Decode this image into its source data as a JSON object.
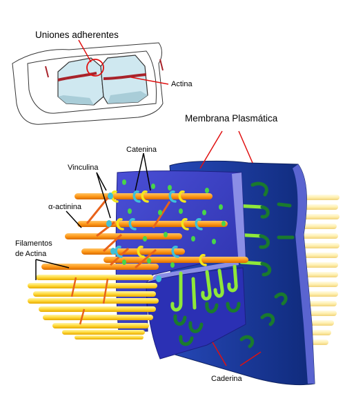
{
  "labels": {
    "adherens_junctions": "Uniones adherentes",
    "actin": "Actina",
    "plasma_membrane": "Membrana Plasmática",
    "catenin": "Catenina",
    "vinculin": "Vinculina",
    "alpha_actinin": "α-actinina",
    "actin_filaments_line1": "Filamentos",
    "actin_filaments_line2": "de Actina",
    "cadherin": "Caderina"
  },
  "colors": {
    "membrane_back": "#1f3d9e",
    "membrane_front": "#3b3fc4",
    "membrane_rim": "#8a8ee6",
    "actin_orange": "#ff9a1a",
    "actin_yellow": "#ffe14a",
    "actin_pale": "#fff2b8",
    "catenin_yellow": "#f4e61c",
    "vinculin_cyan": "#3fc1d8",
    "green_dot": "#48d54a",
    "cadherin_light": "#8fe83a",
    "cadherin_dark": "#1a7a2e",
    "callout_red": "#e01010",
    "cell_fill": "#cfe8f0",
    "actin_band": "#a8232a"
  }
}
